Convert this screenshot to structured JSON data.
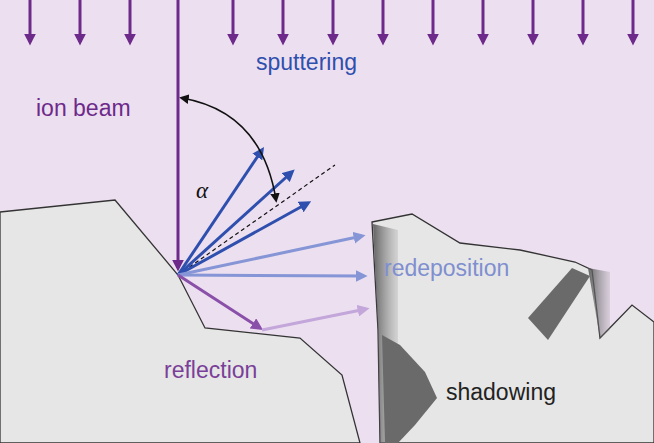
{
  "diagram": {
    "labels": [
      "ion beam",
      "sputtering",
      "α",
      "redeposition",
      "reflection",
      "shadowing"
    ]
  }
}
